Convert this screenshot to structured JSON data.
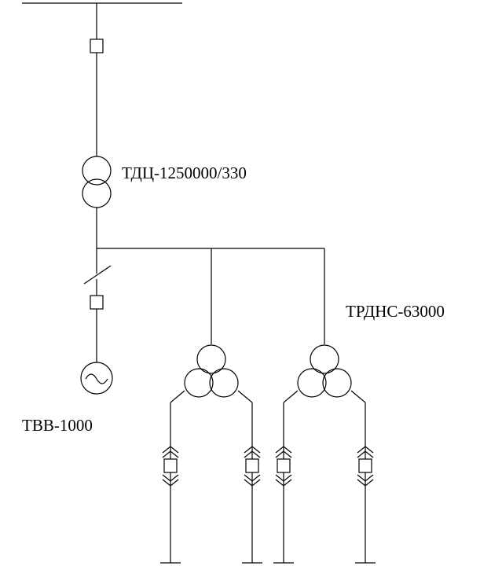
{
  "labels": {
    "main_transformer": "ТДЦ-1250000/330",
    "aux_transformer": "ТРДНС-63000",
    "generator": "ТВВ-1000"
  },
  "colors": {
    "line": "#000000",
    "background": "#ffffff"
  }
}
